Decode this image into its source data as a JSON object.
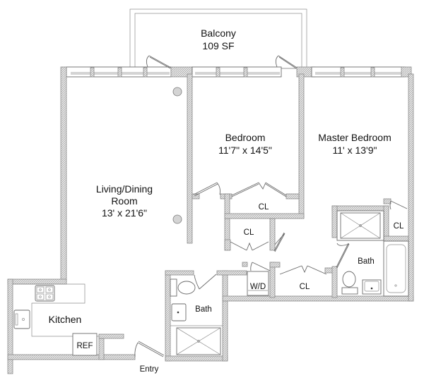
{
  "rooms": {
    "balcony": {
      "name": "Balcony",
      "size": "109 SF"
    },
    "living": {
      "name_line1": "Living/Dining",
      "name_line2": "Room",
      "size": "13' x 21'6\""
    },
    "bedroom": {
      "name": "Bedroom",
      "size": "11'7\" x 14'5\""
    },
    "master": {
      "name": "Master Bedroom",
      "size": "11' x 13'9\""
    },
    "kitchen": {
      "name": "Kitchen"
    },
    "bath_hall": {
      "name": "Bath"
    },
    "bath_master": {
      "name": "Bath"
    }
  },
  "closets": {
    "bedroom_cl": "CL",
    "hall_cl": "CL",
    "lower_cl": "CL",
    "master_cl": "CL"
  },
  "fixtures": {
    "washer_dryer": "W/D",
    "refrigerator": "REF"
  },
  "entry": {
    "label": "Entry"
  },
  "colors": {
    "wall_fill": "#c8c8c8",
    "line": "#6a6a6a",
    "text": "#111111"
  }
}
